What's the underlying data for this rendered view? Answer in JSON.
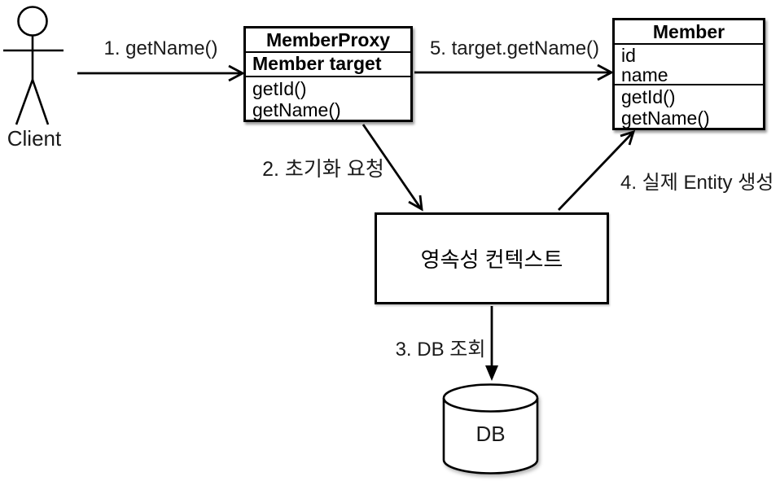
{
  "diagram": {
    "title_hint": "JPA proxy initialization flow",
    "actor": {
      "label": "Client"
    },
    "proxy_class": {
      "name": "MemberProxy",
      "attributes": [
        "Member target"
      ],
      "methods": [
        "getId()",
        "getName()"
      ]
    },
    "entity_class": {
      "name": "Member",
      "attributes": [
        "id",
        "name"
      ],
      "methods": [
        "getId()",
        "getName()"
      ]
    },
    "persistence_context": {
      "label": "영속성 컨텍스트"
    },
    "database": {
      "label": "DB"
    },
    "steps": {
      "step1": "1. getName()",
      "step2": "2. 초기화 요청",
      "step3": "3. DB 조회",
      "step4": "4. 실제 Entity 생성",
      "step5": "5. target.getName()"
    },
    "colors": {
      "line": "#000000",
      "background": "#ffffff"
    }
  }
}
